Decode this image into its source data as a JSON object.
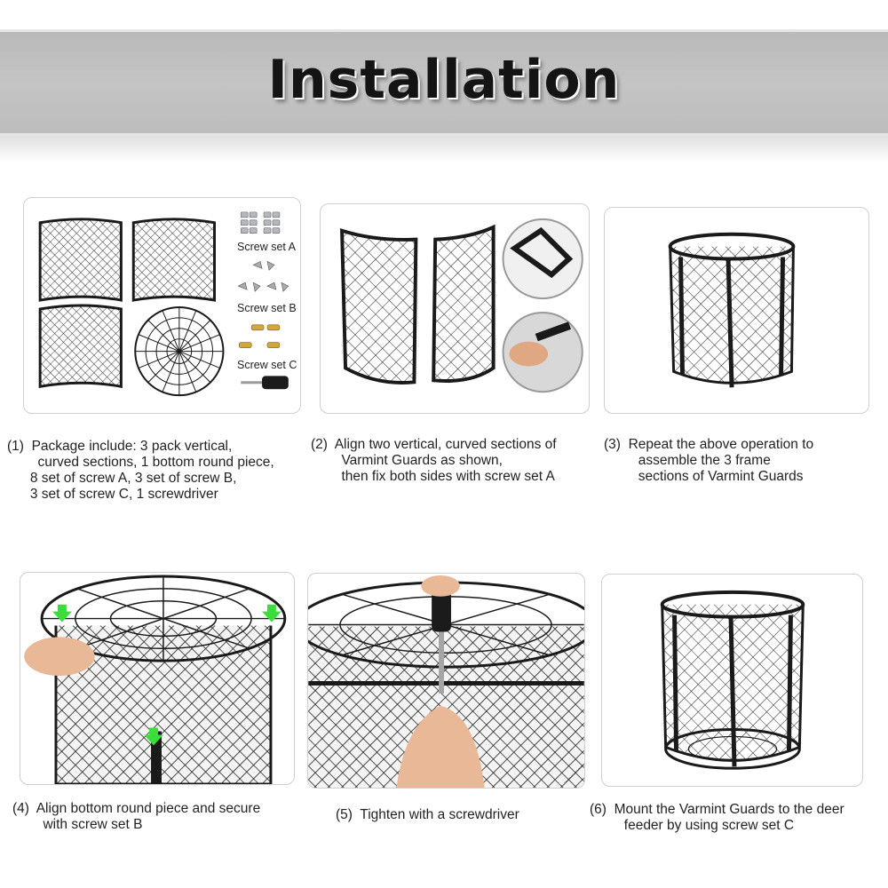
{
  "header": {
    "title": "Installation"
  },
  "package": {
    "screw_a_label": "Screw set A",
    "screw_b_label": "Screw set B",
    "screw_c_label": "Screw set C"
  },
  "steps": [
    {
      "number": "(1)",
      "lines": [
        "Package include: 3 pack vertical,",
        "curved sections, 1 bottom round piece,",
        "8 set of screw A, 3 set of screw B,",
        "3 set of screw C, 1 screwdriver"
      ]
    },
    {
      "number": "(2)",
      "lines": [
        "Align two vertical, curved sections of",
        "Varmint Guards as shown,",
        "then fix both sides with screw set A"
      ]
    },
    {
      "number": "(3)",
      "lines": [
        "Repeat the above operation to",
        "assemble the 3 frame",
        "sections of Varmint Guards"
      ]
    },
    {
      "number": "(4)",
      "lines": [
        "Align bottom round piece and secure",
        "with screw set B"
      ]
    },
    {
      "number": "(5)",
      "lines": [
        "Tighten with a screwdriver"
      ]
    },
    {
      "number": "(6)",
      "lines": [
        "Mount the Varmint Guards to the deer",
        "feeder by using screw set C"
      ]
    }
  ],
  "colors": {
    "banner": "#c0c0c0",
    "frame": "#1a1a1a",
    "arrow": "#3ddc3d",
    "skin": "#e9b896"
  }
}
